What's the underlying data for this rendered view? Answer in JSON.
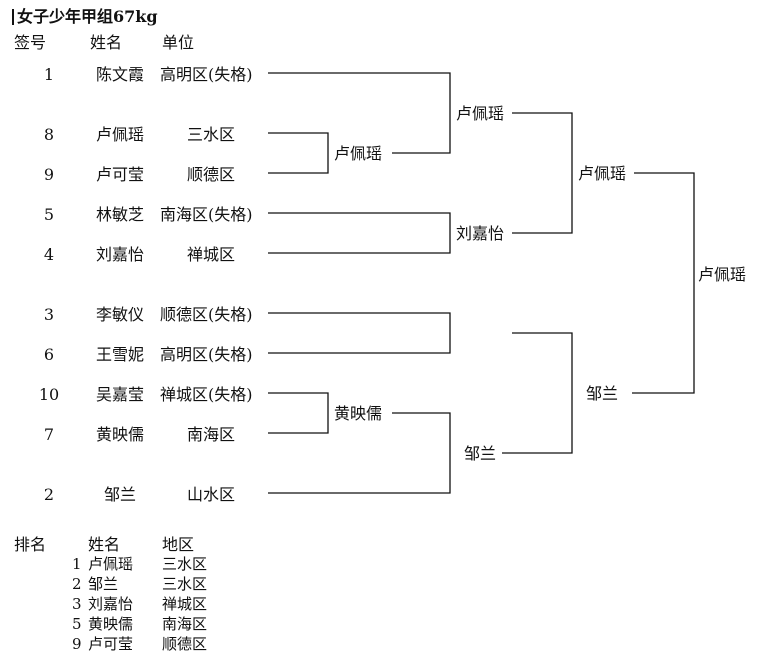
{
  "title": "女子少年甲组67kg",
  "headers": {
    "seed": "签号",
    "name": "姓名",
    "unit": "单位"
  },
  "entries": [
    {
      "seed": "1",
      "name": "陈文霞",
      "unit": "高明区(失格)"
    },
    {
      "seed": "8",
      "name": "卢佩瑶",
      "unit": "三水区"
    },
    {
      "seed": "9",
      "name": "卢可莹",
      "unit": "顺德区"
    },
    {
      "seed": "5",
      "name": "林敏芝",
      "unit": "南海区(失格)"
    },
    {
      "seed": "4",
      "name": "刘嘉怡",
      "unit": "禅城区"
    },
    {
      "seed": "3",
      "name": "李敏仪",
      "unit": "顺德区(失格)"
    },
    {
      "seed": "6",
      "name": "王雪妮",
      "unit": "高明区(失格)"
    },
    {
      "seed": "10",
      "name": "吴嘉莹",
      "unit": "禅城区(失格)"
    },
    {
      "seed": "7",
      "name": "黄映儒",
      "unit": "南海区"
    },
    {
      "seed": "2",
      "name": "邹兰",
      "unit": "山水区"
    }
  ],
  "winners": {
    "r1_a": "卢佩瑶",
    "r1_b": "黄映儒",
    "r2_a": "卢佩瑶",
    "r2_b": "刘嘉怡",
    "r2_d": "邹兰",
    "r3_a": "卢佩瑶",
    "r3_b": "邹兰",
    "champion": "卢佩瑶"
  },
  "ranking": {
    "headers": {
      "rank": "排名",
      "name": "姓名",
      "region": "地区"
    },
    "rows": [
      {
        "rank": "1",
        "name": "卢佩瑶",
        "region": "三水区"
      },
      {
        "rank": "2",
        "name": "邹兰",
        "region": "三水区"
      },
      {
        "rank": "3",
        "name": "刘嘉怡",
        "region": "禅城区"
      },
      {
        "rank": "5",
        "name": "黄映儒",
        "region": "南海区"
      },
      {
        "rank": "9",
        "name": "卢可莹",
        "region": "顺德区"
      }
    ]
  }
}
